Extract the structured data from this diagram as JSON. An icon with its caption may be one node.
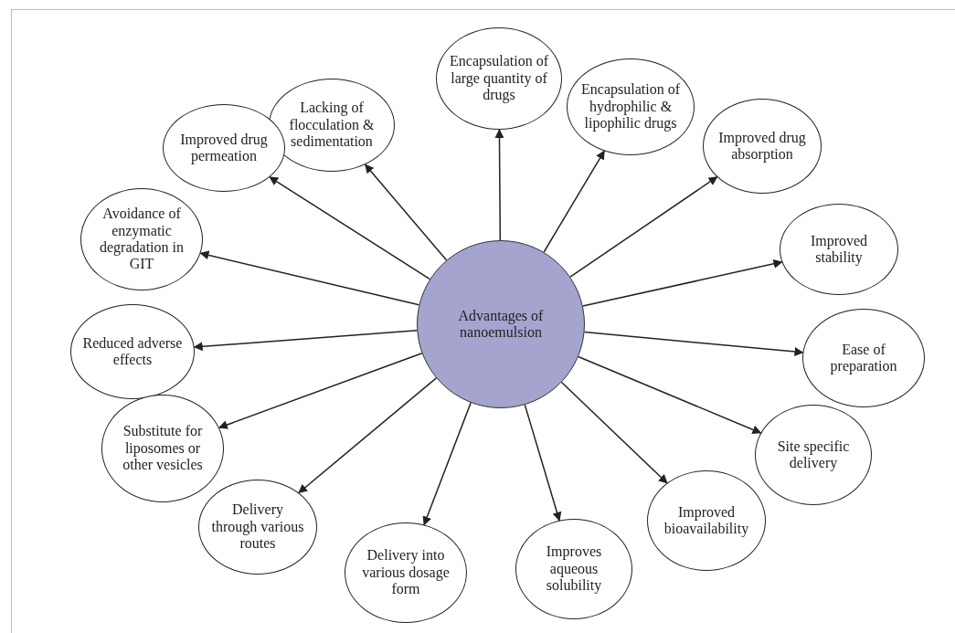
{
  "diagram": {
    "nodes": [
      {
        "text": [
          "Advantages of nanoemulsion"
        ]
      },
      {
        "text": [
          "Lacking of flocculation & sedimentation"
        ]
      },
      {
        "text": [
          "Encapsulation of large quantity of drugs"
        ]
      },
      {
        "text": [
          "Encapsulation of hydrophilic & lipophilic drugs"
        ]
      },
      {
        "text": [
          "Improved drug permeation"
        ]
      },
      {
        "text": [
          "Improved drug absorption"
        ]
      },
      {
        "text": [
          "Avoidance of enzymatic degradation in GIT"
        ]
      },
      {
        "text": [
          "Improved stability"
        ]
      },
      {
        "text": [
          "Reduced adverse effects"
        ]
      },
      {
        "text": [
          "Ease of preparation"
        ]
      },
      {
        "text": [
          "Substitute for liposomes or other vesicles"
        ]
      },
      {
        "text": [
          "Site specific delivery"
        ]
      },
      {
        "text": [
          "Delivery through various routes"
        ]
      },
      {
        "text": [
          "Improved bioavailability"
        ]
      },
      {
        "text": [
          "Delivery into various dosage form"
        ]
      },
      {
        "text": [
          "Improves aqueous solubility"
        ]
      }
    ],
    "edges": [
      {
        "from": 0,
        "to": 1,
        "arrow": "to"
      },
      {
        "from": 0,
        "to": 2,
        "arrow": "to"
      },
      {
        "from": 0,
        "to": 3,
        "arrow": "to"
      },
      {
        "from": 0,
        "to": 4,
        "arrow": "to"
      },
      {
        "from": 0,
        "to": 5,
        "arrow": "to"
      },
      {
        "from": 0,
        "to": 6,
        "arrow": "to"
      },
      {
        "from": 0,
        "to": 7,
        "arrow": "to"
      },
      {
        "from": 0,
        "to": 8,
        "arrow": "to"
      },
      {
        "from": 0,
        "to": 9,
        "arrow": "to"
      },
      {
        "from": 0,
        "to": 10,
        "arrow": "to"
      },
      {
        "from": 0,
        "to": 11,
        "arrow": "to"
      },
      {
        "from": 0,
        "to": 12,
        "arrow": "to"
      },
      {
        "from": 0,
        "to": 13,
        "arrow": "to"
      },
      {
        "from": 0,
        "to": 14,
        "arrow": "to"
      },
      {
        "from": 0,
        "to": 15,
        "arrow": "to"
      }
    ]
  }
}
